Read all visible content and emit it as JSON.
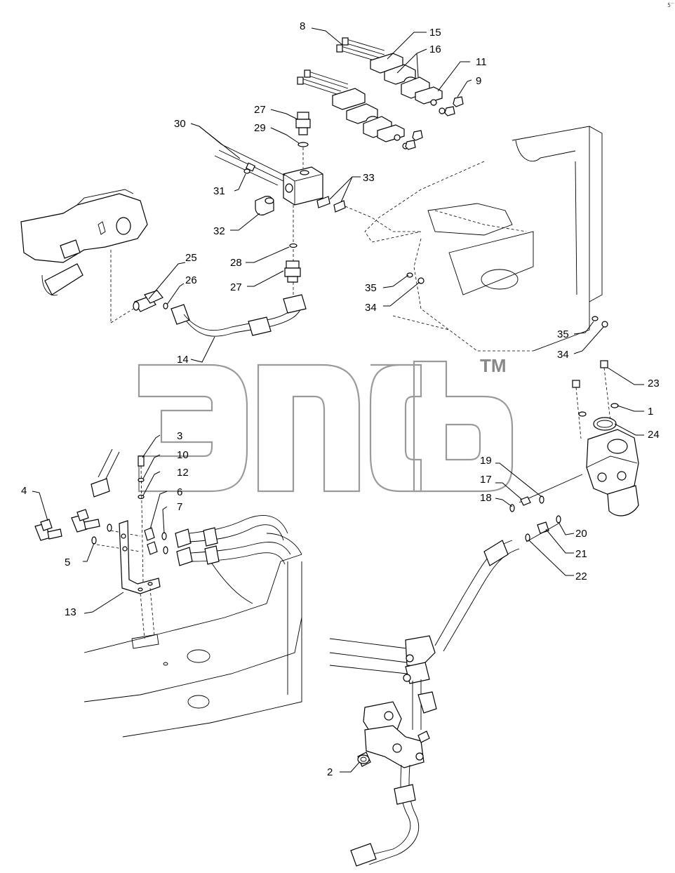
{
  "corner_mark": "5̅",
  "watermark": {
    "trademark": "TM"
  },
  "callouts": {
    "n1": "1",
    "n2": "2",
    "n3": "3",
    "n4": "4",
    "n5": "5",
    "n6": "6",
    "n7": "7",
    "n8": "8",
    "n9": "9",
    "n10": "10",
    "n11": "11",
    "n12": "12",
    "n13": "13",
    "n14": "14",
    "n15": "15",
    "n16": "16",
    "n17": "17",
    "n18": "18",
    "n19": "19",
    "n20": "20",
    "n21": "21",
    "n22": "22",
    "n23": "23",
    "n24": "24",
    "n25": "25",
    "n26": "26",
    "n27a": "27",
    "n27b": "27",
    "n28": "28",
    "n29": "29",
    "n30": "30",
    "n31": "31",
    "n32": "32",
    "n33": "33",
    "n34a": "34",
    "n34b": "34",
    "n35a": "35",
    "n35b": "35"
  }
}
